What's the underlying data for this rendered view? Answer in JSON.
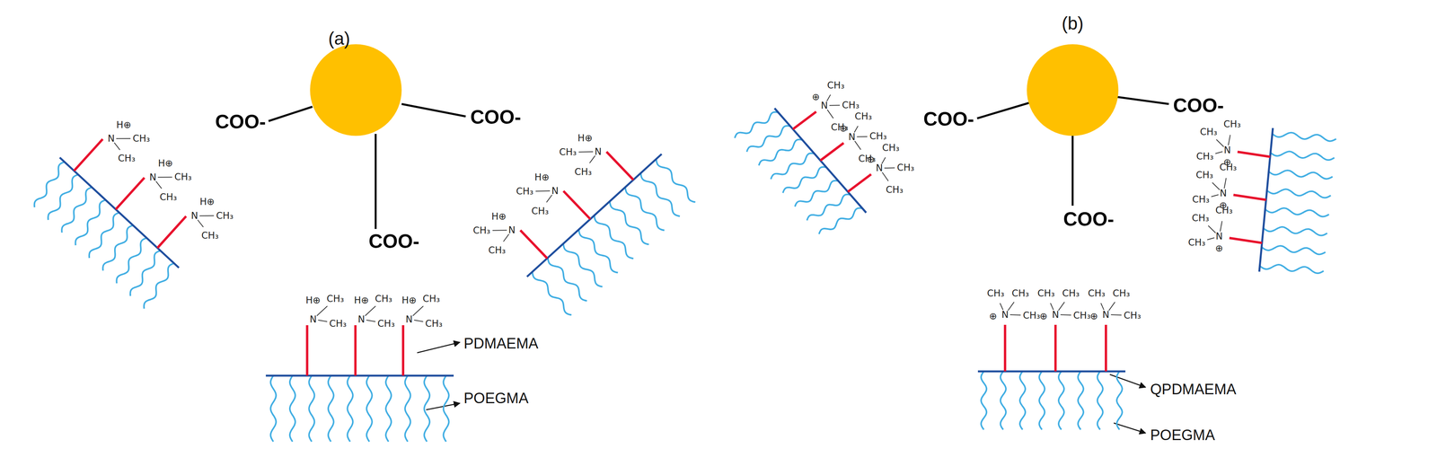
{
  "diagram": {
    "labels": [
      "(a)",
      "COO-",
      "COO-",
      "COO-",
      "PDMAEMA",
      "POEGMA",
      "(b)",
      "COO-",
      "COO-",
      "COO-",
      "QPDMAEMA",
      "POEGMA",
      "N",
      "H⊕",
      "CH₃",
      "CH₃",
      "N",
      "H⊕",
      "CH₃",
      "CH₃",
      "N",
      "H⊕",
      "CH₃",
      "CH₃",
      "N",
      "H⊕",
      "CH₃",
      "CH₃",
      "N",
      "H⊕",
      "CH₃",
      "CH₃",
      "N",
      "H⊕",
      "CH₃",
      "CH₃",
      "N",
      "H⊕",
      "CH₃",
      "CH₃",
      "N",
      "H⊕",
      "CH₃",
      "CH₃",
      "N",
      "H⊕",
      "CH₃",
      "CH₃",
      "⊕",
      "N",
      "CH₃",
      "CH₃",
      "CH₃",
      "⊕",
      "N",
      "CH₃",
      "CH₃",
      "CH₃",
      "⊕",
      "N",
      "CH₃",
      "CH₃",
      "CH₃",
      "⊕",
      "N",
      "CH₃",
      "CH₃",
      "CH₃",
      "⊕",
      "N",
      "CH₃",
      "CH₃",
      "CH₃",
      "⊕",
      "N",
      "CH₃",
      "CH₃",
      "CH₃",
      "⊕",
      "N",
      "CH₃",
      "CH₃",
      "CH₃",
      "⊕",
      "N",
      "CH₃",
      "CH₃",
      "CH₃",
      "⊕",
      "N",
      "CH₃",
      "CH₃",
      "CH₃"
    ]
  }
}
